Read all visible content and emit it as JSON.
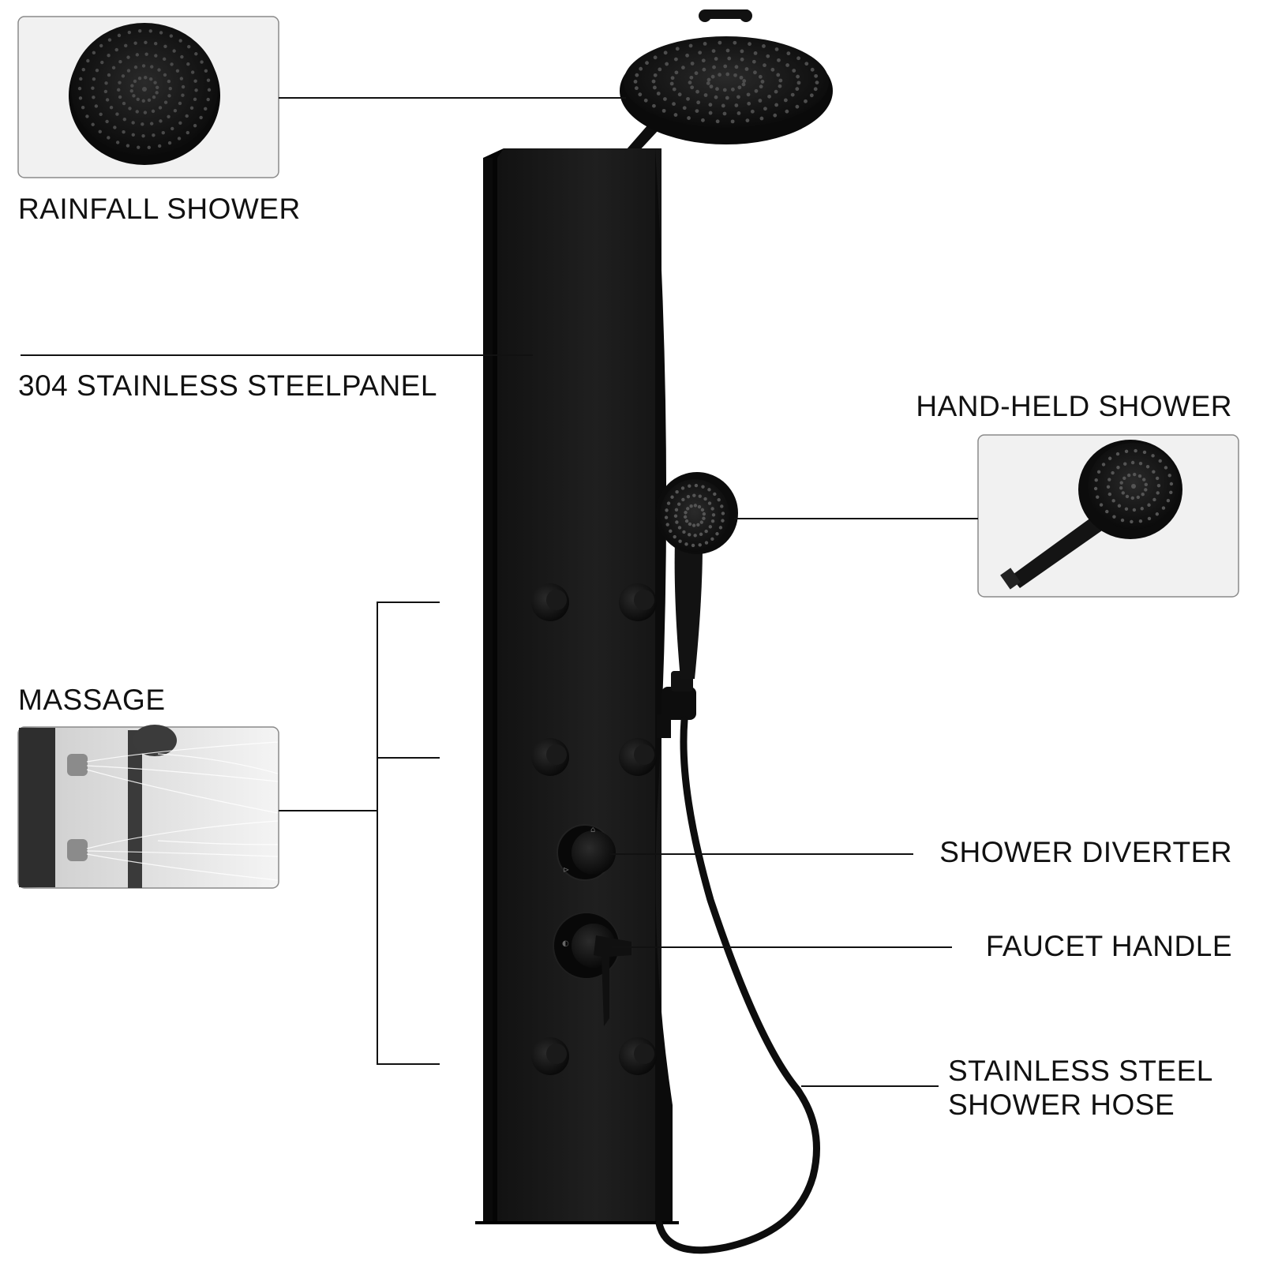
{
  "labels": {
    "rainfall_shower": "RAINFALL SHOWER",
    "panel": "304 STAINLESS STEELPANEL",
    "hand_held_shower": "HAND-HELD SHOWER",
    "massage": "MASSAGE",
    "shower_diverter": "SHOWER DIVERTER",
    "faucet_handle": "FAUCET HANDLE",
    "hose_line1": "STAINLESS STEEL",
    "hose_line2": "SHOWER HOSE"
  },
  "colors": {
    "product": "#0d0d0d",
    "panel_face": "#1c1c1c",
    "panel_side": "#080808",
    "leader_line": "#111111",
    "inset_bg": "#f1f1f1",
    "inset_border": "#8a8a8a"
  }
}
